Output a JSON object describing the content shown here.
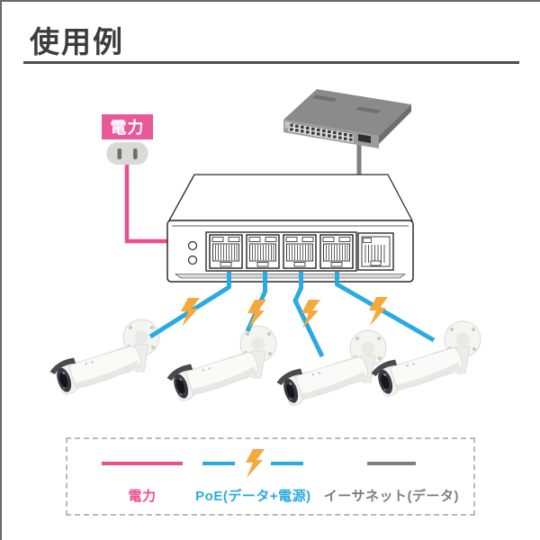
{
  "title": "使用例",
  "power_label": "電力",
  "figure": {
    "cameras": 4,
    "poe_ports": 4,
    "uplink_ports": 1
  },
  "legend": {
    "items": [
      {
        "id": "power",
        "label": "電力",
        "swatch": "line"
      },
      {
        "id": "poe",
        "label": "PoE(データ+電源)",
        "swatch": "line-with-bolt"
      },
      {
        "id": "ethernet",
        "label": "イーサネット(データ)",
        "swatch": "line"
      }
    ]
  },
  "colors": {
    "power_pink": "#ee4d8d",
    "power_label_bg": "#e8589b",
    "poe_blue": "#29abe2",
    "ethernet_gray": "#808080",
    "bolt_orange": "#f5a83c",
    "title_gray": "#3c3c3c"
  }
}
